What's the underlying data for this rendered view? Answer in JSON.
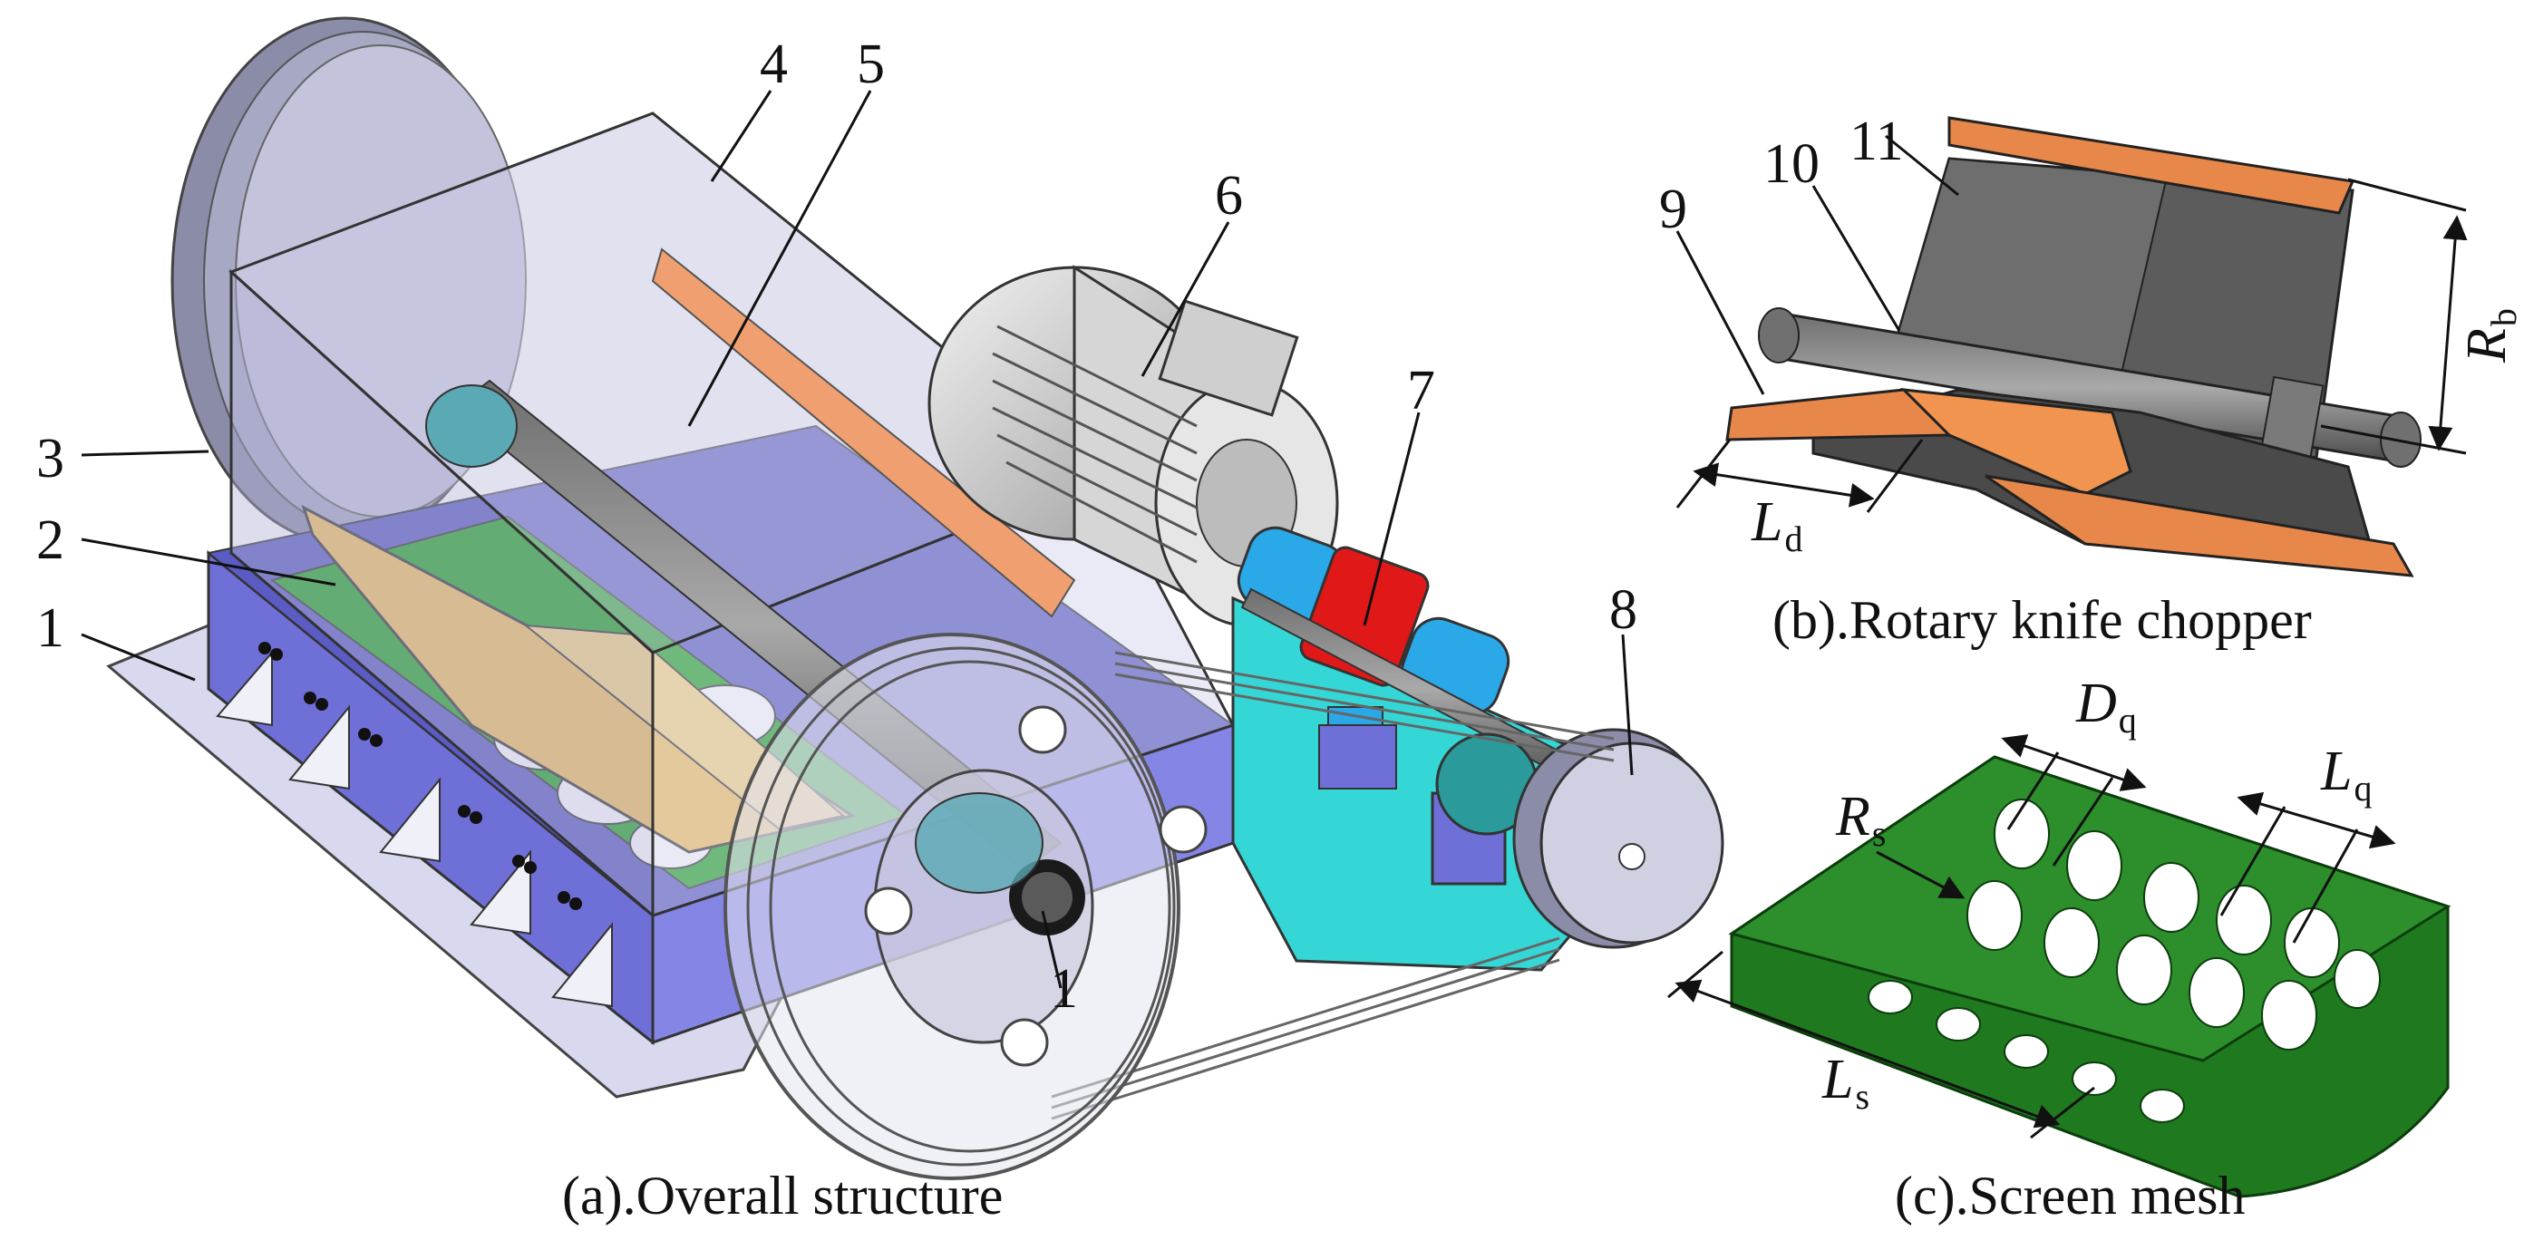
{
  "panels": {
    "a": {
      "caption": "(a).Overall structure"
    },
    "b": {
      "caption": "(b).Rotary knife chopper"
    },
    "c": {
      "caption": "(c).Screen mesh"
    }
  },
  "part_labels": [
    "1",
    "2",
    "3",
    "4",
    "5",
    "6",
    "7",
    "8",
    "9",
    "10",
    "11"
  ],
  "dimensions": {
    "Rb": {
      "symbol": "R",
      "sub": "b"
    },
    "Ld": {
      "symbol": "L",
      "sub": "d"
    },
    "Dq": {
      "symbol": "D",
      "sub": "q"
    },
    "Lq": {
      "symbol": "L",
      "sub": "q"
    },
    "Rs": {
      "symbol": "R",
      "sub": "s"
    },
    "Ls": {
      "symbol": "L",
      "sub": "s"
    }
  },
  "colors": {
    "housing_blue": "#6f6fd8",
    "screen_green": "#1f7a1f",
    "knife_orange": "#e8874a",
    "coupling_blue": "#2aa8e8",
    "torque_sensor_red": "#e01818",
    "base_cyan": "#35d6d6",
    "steel_gray": "#8a8a8a"
  }
}
